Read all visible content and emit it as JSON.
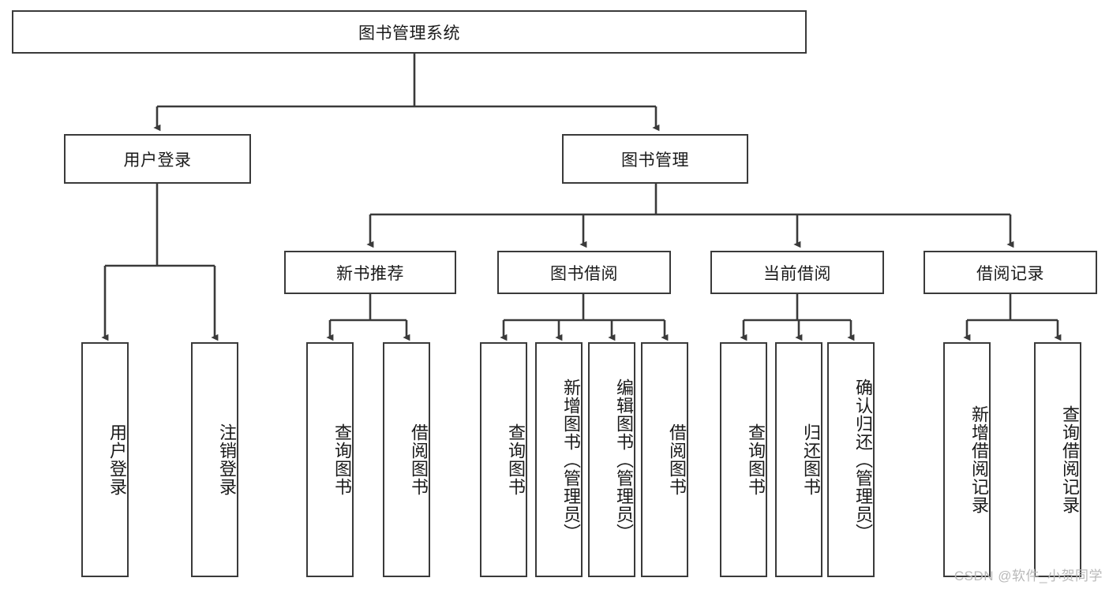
{
  "diagram": {
    "title": "图书管理系统",
    "type": "tree-hierarchy",
    "colors": {
      "border": "#3a3a3a",
      "background": "#ffffff",
      "text": "#1a1a1a",
      "connector": "#3a3a3a",
      "watermark": "#b9b9b9"
    },
    "root": {
      "label": "图书管理系统"
    },
    "level2": [
      {
        "label": "用户登录"
      },
      {
        "label": "图书管理"
      }
    ],
    "level3": [
      {
        "label": "新书推荐"
      },
      {
        "label": "图书借阅"
      },
      {
        "label": "当前借阅"
      },
      {
        "label": "借阅记录"
      }
    ],
    "leaves": {
      "user_login": [
        {
          "label": "用户登录"
        },
        {
          "label": "注销登录"
        }
      ],
      "new_book_recommend": [
        {
          "label": "查询图书"
        },
        {
          "label": "借阅图书"
        }
      ],
      "book_borrow": [
        {
          "label": "查询图书"
        },
        {
          "label": "新增图书（管理员）"
        },
        {
          "label": "编辑图书（管理员）"
        },
        {
          "label": "借阅图书"
        }
      ],
      "current_borrow": [
        {
          "label": "查询图书"
        },
        {
          "label": "归还图书"
        },
        {
          "label": "确认归还（管理员）"
        }
      ],
      "borrow_record": [
        {
          "label": "新增借阅记录"
        },
        {
          "label": "查询借阅记录"
        }
      ]
    }
  },
  "watermark": {
    "text": "CSDN @软件_小贺同学"
  }
}
